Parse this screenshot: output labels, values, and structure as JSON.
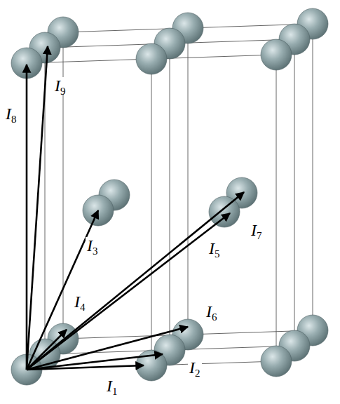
{
  "diagram": {
    "labels": [
      "I1",
      "I2",
      "I3",
      "I4",
      "I5",
      "I6",
      "I7",
      "I8",
      "I9"
    ]
  }
}
